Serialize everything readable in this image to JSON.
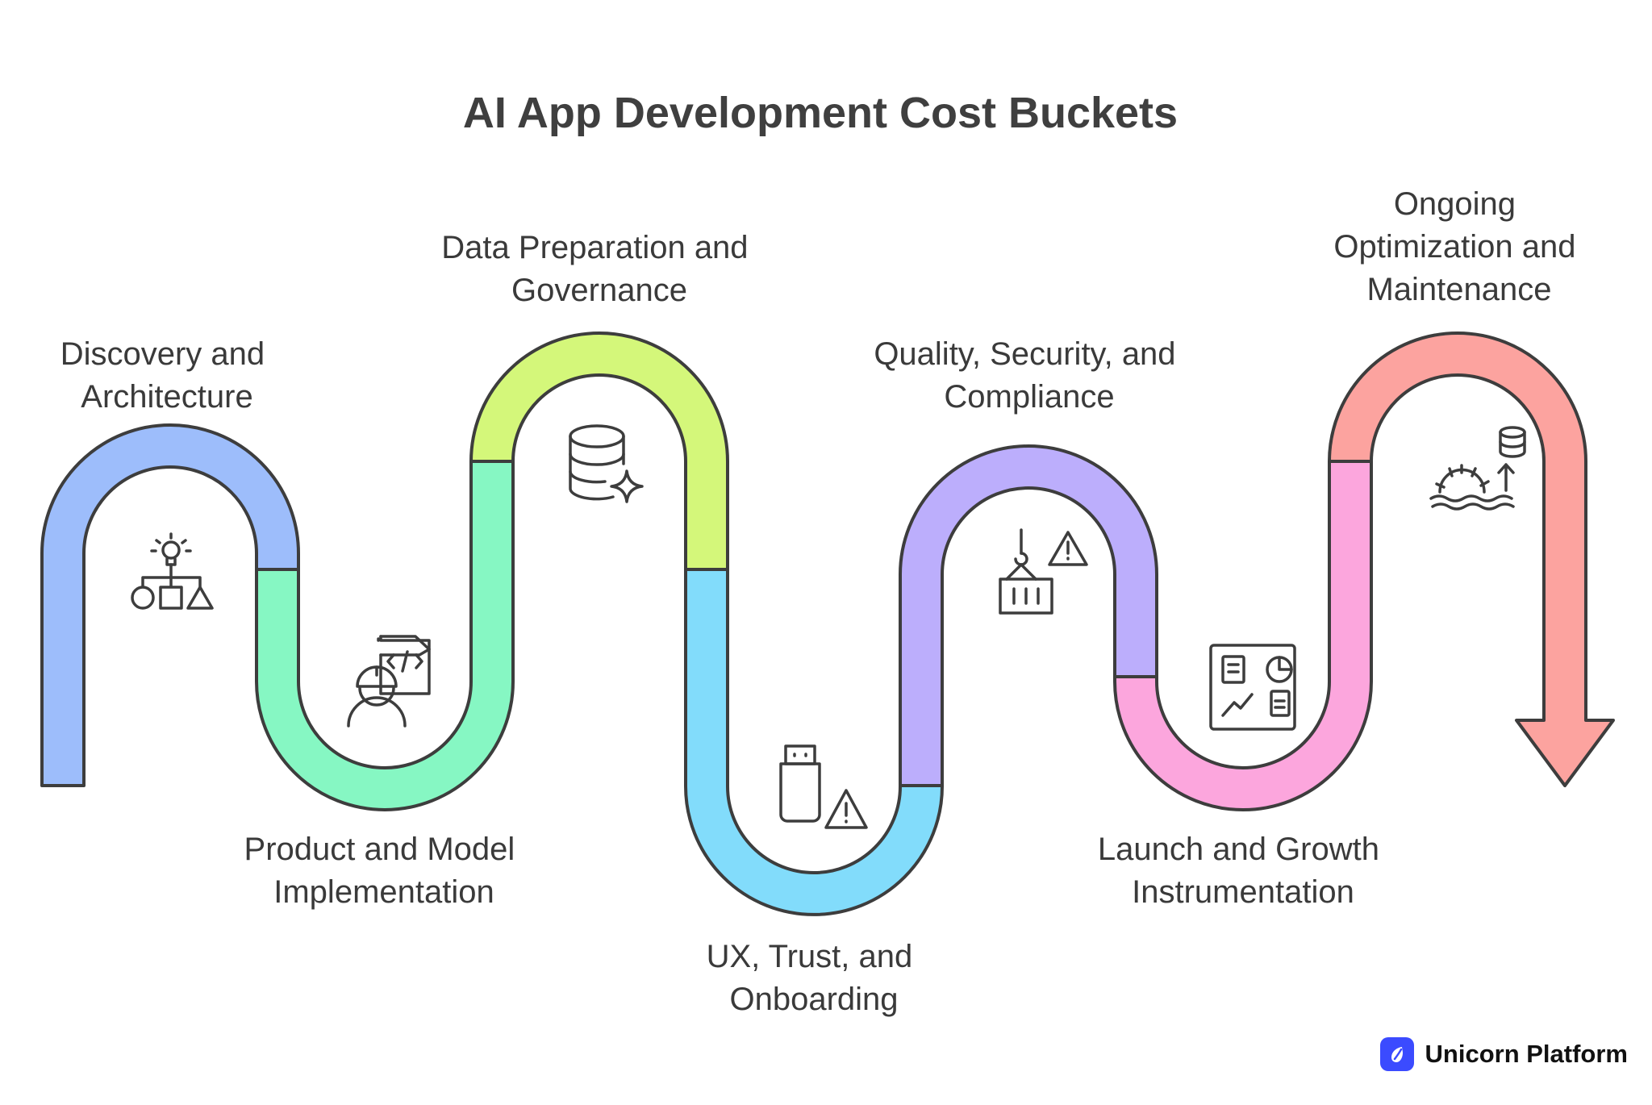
{
  "title": "AI App Development Cost Buckets",
  "stages": [
    {
      "label_lines": [
        "Discovery and",
        "Architecture"
      ],
      "color": "#9dbdfb",
      "icon": "lightbulb-shapes-icon"
    },
    {
      "label_lines": [
        "Product and Model",
        "Implementation"
      ],
      "color": "#86f7c3",
      "icon": "engineer-code-icon"
    },
    {
      "label_lines": [
        "Data Preparation and",
        "Governance"
      ],
      "color": "#d4f77a",
      "icon": "database-sparkle-icon"
    },
    {
      "label_lines": [
        "UX, Trust, and",
        "Onboarding"
      ],
      "color": "#82dcfb",
      "icon": "usb-warning-icon"
    },
    {
      "label_lines": [
        "Quality, Security, and",
        "Compliance"
      ],
      "color": "#bcaefc",
      "icon": "crane-container-warning-icon"
    },
    {
      "label_lines": [
        "Launch and Growth",
        "Instrumentation"
      ],
      "color": "#fca6dd",
      "icon": "dashboard-icon"
    },
    {
      "label_lines": [
        "Ongoing",
        "Optimization and",
        "Maintenance"
      ],
      "color": "#fca39f",
      "icon": "database-growth-icon"
    }
  ],
  "brand": {
    "name": "Unicorn Platform",
    "icon": "unicorn-logo-icon",
    "color": "#3b4bff"
  }
}
